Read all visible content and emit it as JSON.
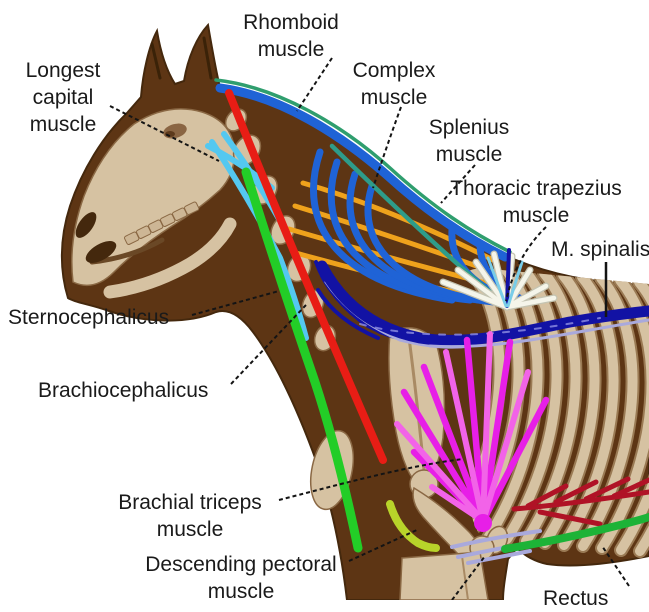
{
  "title": "Horse neck and shoulder muscle anatomy diagram",
  "labels": {
    "rhomboid": {
      "lines": [
        "Rhomboid",
        "muscle"
      ]
    },
    "longest_capital": {
      "lines": [
        "Longest",
        "capital",
        "muscle"
      ]
    },
    "complex": {
      "lines": [
        "Complex",
        "muscle"
      ]
    },
    "splenius": {
      "lines": [
        "Splenius",
        "muscle"
      ]
    },
    "thoracic_trapezius": {
      "lines": [
        "Thoracic trapezius",
        "muscle"
      ]
    },
    "m_spinalis": {
      "lines": [
        "M. spinalis"
      ]
    },
    "sternocephalicus": {
      "lines": [
        "Sternocephalicus"
      ]
    },
    "brachiocephalicus": {
      "lines": [
        "Brachiocephalicus"
      ]
    },
    "brachial_triceps": {
      "lines": [
        "Brachial triceps",
        "muscle"
      ]
    },
    "descending_pectoral": {
      "lines": [
        "Descending pectoral",
        "muscle"
      ]
    },
    "rectus": {
      "lines": [
        "Rectus"
      ]
    }
  },
  "muscles": [
    {
      "label": "Rhomboid muscle",
      "color_key": "blue"
    },
    {
      "label": "Longest capital muscle",
      "color_key": "red"
    },
    {
      "label": "Complex muscle",
      "color_key": "teal"
    },
    {
      "label": "Splenius muscle",
      "color_key": "blue"
    },
    {
      "label": "Thoracic trapezius muscle",
      "color_key": "white_muscle"
    },
    {
      "label": "M. spinalis",
      "color_key": "navy"
    },
    {
      "label": "Sternocephalicus",
      "color_key": "cyan"
    },
    {
      "label": "Brachiocephalicus",
      "color_key": "green"
    },
    {
      "label": "Brachial triceps muscle",
      "color_key": "magenta"
    },
    {
      "label": "Descending pectoral muscle",
      "color_key": "yellow_green"
    },
    {
      "label": "Rectus",
      "color_key": "belly_green"
    }
  ],
  "colors": {
    "body_brown": "#5d3514",
    "body_dark": "#44280d",
    "bone": "#d6c2a2",
    "bone2": "#cdb695",
    "bone_shade": "#a98a64",
    "bone_edge": "#9a7a54",
    "bone_dark": "#8a6844",
    "teeth": "#e8decb",
    "red": "#e81d15",
    "green": "#23cd27",
    "belly_green": "#1db337",
    "cyan": "#54c8f0",
    "blue": "#1f63d6",
    "crest_green": "#2f9e6e",
    "teal": "#2e9c8a",
    "orange": "#efa21c",
    "navy": "#1212a4",
    "lavender": "#a9a9dc",
    "white_muscle": "#f5f5ea",
    "white_shadow": "#c4c4b2",
    "skyblue": "#79cde8",
    "magenta": "#e71fe7",
    "magenta_light": "#f263e8",
    "yellow_green": "#b8d42a",
    "dark_red": "#b01226",
    "label_text": "#1a1a1a",
    "leader": "#141414"
  }
}
